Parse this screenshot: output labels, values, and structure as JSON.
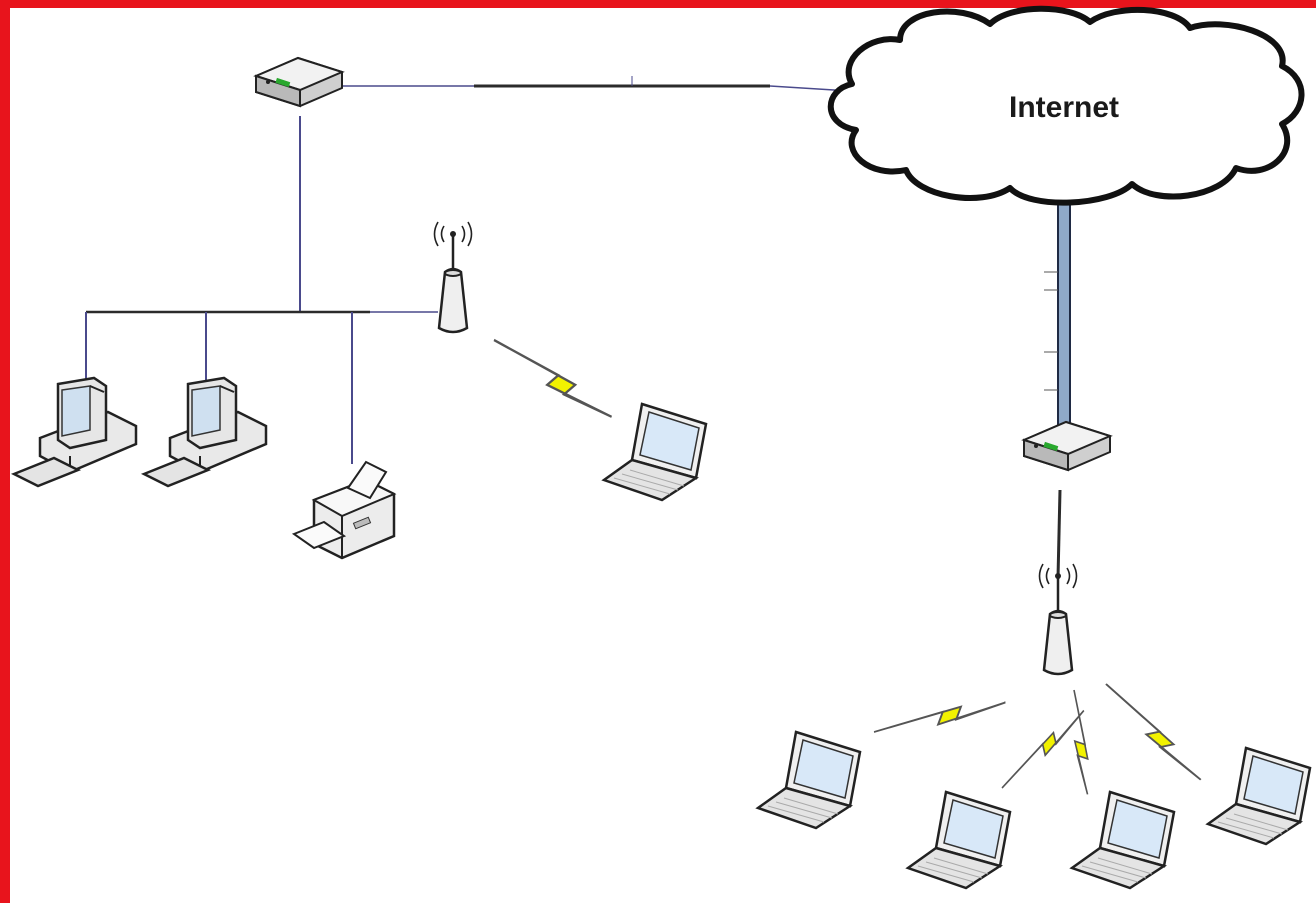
{
  "diagram": {
    "cloud": {
      "label": "Internet"
    },
    "colors": {
      "frame": "#e8141c",
      "background": "#ffffff",
      "cable": "#2b2b2b",
      "link": "#4a4a8c",
      "wireless": "#f2f200",
      "fiber": "#8fa9c9"
    },
    "devices": [
      {
        "name": "router-left",
        "kind": "router"
      },
      {
        "name": "router-right",
        "kind": "router"
      },
      {
        "name": "access-point-left",
        "kind": "wireless-access-point"
      },
      {
        "name": "access-point-right",
        "kind": "wireless-access-point"
      },
      {
        "name": "desktop-1",
        "kind": "desktop-computer"
      },
      {
        "name": "desktop-2",
        "kind": "desktop-computer"
      },
      {
        "name": "printer",
        "kind": "printer"
      },
      {
        "name": "laptop-left",
        "kind": "laptop"
      },
      {
        "name": "laptop-1",
        "kind": "laptop"
      },
      {
        "name": "laptop-2",
        "kind": "laptop"
      },
      {
        "name": "laptop-3",
        "kind": "laptop"
      },
      {
        "name": "laptop-4",
        "kind": "laptop"
      }
    ]
  }
}
